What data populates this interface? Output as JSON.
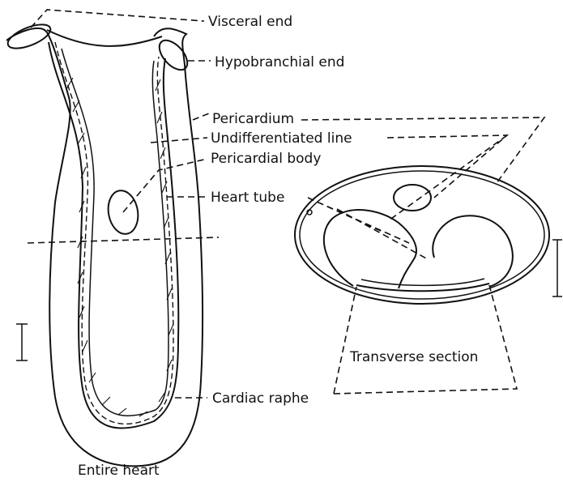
{
  "labels": {
    "visceral_end": "Visceral end",
    "hypobranchial_end": "Hypobranchial end",
    "pericardium": "Pericardium",
    "undifferentiated_line": "Undifferentiated line",
    "pericardial_body": "Pericardial body",
    "heart_tube": "Heart tube",
    "cardiac_raphe": "Cardiac raphe"
  },
  "captions": {
    "entire_heart": "Entire heart",
    "transverse_section": "Transverse section"
  }
}
